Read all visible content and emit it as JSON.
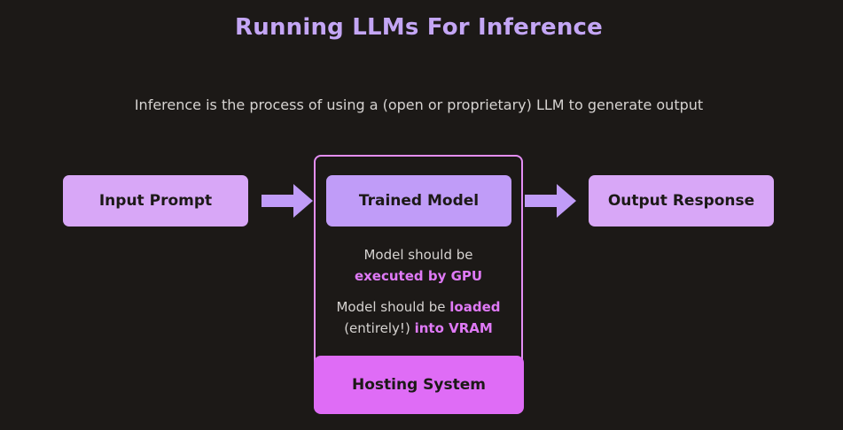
{
  "title": "Running LLMs For Inference",
  "subtitle": "Inference is the process of using a (open or proprietary) LLM to generate output",
  "nodes": {
    "input": "Input Prompt",
    "model": "Trained Model",
    "output": "Output Response",
    "hosting": "Hosting System"
  },
  "notes": {
    "gpu_line1": "Model should be",
    "gpu_line2": "executed by GPU",
    "vram_prefix": "Model should be ",
    "vram_loaded": "loaded",
    "vram_entirely": "(entirely!) ",
    "vram_into": "into VRAM"
  },
  "colors": {
    "background": "#1c1917",
    "title": "#c4a6f5",
    "node_light": "#d8a7f7",
    "node_model": "#c09cf8",
    "hosting": "#df6cf6",
    "highlight": "#e07af7",
    "arrow": "#c09cf8"
  }
}
